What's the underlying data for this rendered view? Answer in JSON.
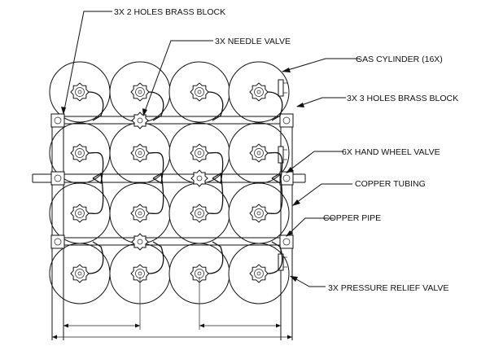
{
  "labels": {
    "brass_block_2": "3X 2 HOLES BRASS BLOCK",
    "needle_valve": "3X NEEDLE VALVE",
    "gas_cylinder": "GAS CYLINDER (16X)",
    "brass_block_3": "3X 3 HOLES BRASS  BLOCK",
    "hand_wheel_valve": "6X HAND WHEEL VALVE",
    "copper_tubing": "COPPER TUBING",
    "copper_pipe": "COPPER PIPE",
    "pressure_relief_valve": "3X PRESSURE RELIEF VALVE"
  },
  "grid": {
    "rows": 4,
    "cols": 4
  },
  "colors": {
    "line": "#111111",
    "background": "#ffffff"
  }
}
